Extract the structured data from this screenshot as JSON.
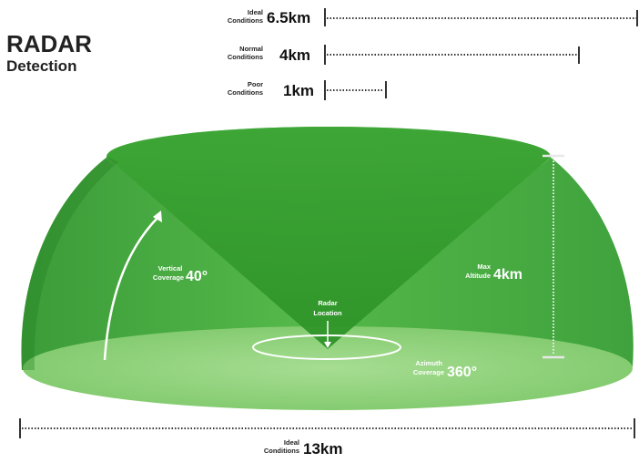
{
  "title": {
    "main": "RADAR",
    "sub": "Detection"
  },
  "range_legend": [
    {
      "label_line1": "Ideal",
      "label_line2": "Conditions",
      "value": "6.5km"
    },
    {
      "label_line1": "Normal",
      "label_line2": "Conditions",
      "value": "4km"
    },
    {
      "label_line1": "Poor",
      "label_line2": "Conditions",
      "value": "1km"
    }
  ],
  "vertical_coverage": {
    "label_line1": "Vertical",
    "label_line2": "Coverage",
    "value": "40°"
  },
  "max_altitude": {
    "label_line1": "Max",
    "label_line2": "Altitude",
    "value": "4km"
  },
  "radar_location": {
    "line1": "Radar",
    "line2": "Location"
  },
  "azimuth_coverage": {
    "label_line1": "Azimuth",
    "label_line2": "Coverage",
    "value": "360°"
  },
  "diameter": {
    "label_line1": "Ideal",
    "label_line2": "Conditions",
    "value": "13km"
  },
  "colors": {
    "dome_dark": "#2e9a2c",
    "dome_light": "#6cc95a",
    "base_fill": "#8fd47a",
    "text_dark": "#222222",
    "text_light": "#ffffff"
  }
}
